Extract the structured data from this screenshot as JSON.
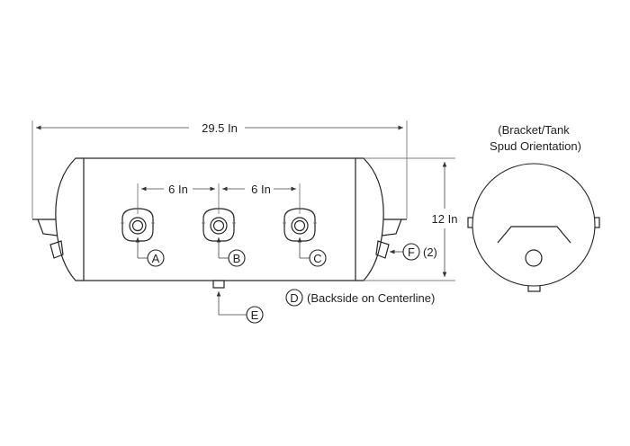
{
  "dimensions": {
    "overall_length": "29.5 In",
    "spacing_left": "6 In",
    "spacing_right": "6 In",
    "diameter": "12 In"
  },
  "callouts": {
    "a": "A",
    "b": "B",
    "c": "C",
    "d": "D",
    "d_note": "(Backside on Centerline)",
    "e": "E",
    "f": "F",
    "f_note": "(2)"
  },
  "end_view": {
    "title_line1": "(Bracket/Tank",
    "title_line2": "Spud Orientation)"
  }
}
